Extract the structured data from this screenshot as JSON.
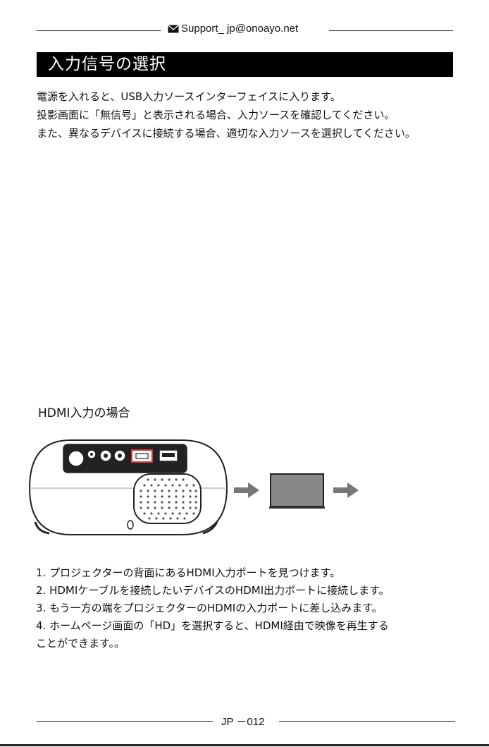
{
  "header": {
    "support_email": "Support_ jp@onoayo.net"
  },
  "title": "入力信号の選択",
  "intro": [
    "電源を入れると、USB入力ソースインターフェイスに入ります。",
    "投影画面に「無信号」と表示される場合、入力ソースを確認してください。",
    "また、異なるデバイスに接続する場合、適切な入力ソースを選択してください。"
  ],
  "hdmi_section": {
    "heading": "HDMI入力の場合"
  },
  "steps": [
    "1. プロジェクターの背面にあるHDMI入力ポートを見つけます。",
    "2. HDMIケーブルを接続したいデバイスのHDMI出力ポートに接続します。",
    "3. もう一方の端をプロジェクターのHDMIの入力ポートに差し込みます。",
    "4. ホームページ画面の「HD」を選択すると、HDMI経由で映像を再生する",
    "ことができます。。"
  ],
  "footer": {
    "page_label": "JP －012"
  },
  "colors": {
    "accent": "#000000",
    "highlight_port": "#d93a3a"
  }
}
